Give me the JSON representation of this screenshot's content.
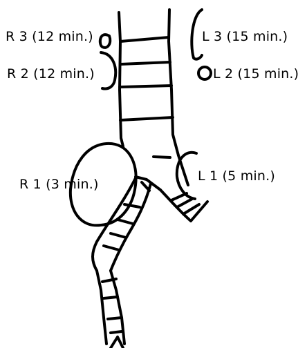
{
  "labels": {
    "r3": "R 3 (12 min.)",
    "r2": "R 2 (12 min.)",
    "r1": "R 1 (3 min.)",
    "l3": "L 3 (15 min.)",
    "l2": "L 2 (15 min.)",
    "l1": "L 1 (5 min.)"
  },
  "colors": {
    "ink": "#000000",
    "background": "#ffffff"
  }
}
